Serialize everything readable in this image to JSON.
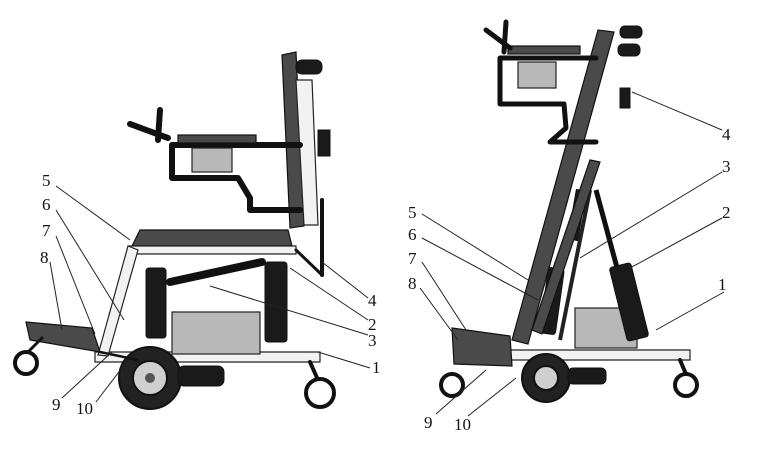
{
  "figure": {
    "left_view": {
      "labels": [
        {
          "id": "l1",
          "text": "1"
        },
        {
          "id": "l2",
          "text": "2"
        },
        {
          "id": "l3",
          "text": "3"
        },
        {
          "id": "l4",
          "text": "4"
        },
        {
          "id": "l5",
          "text": "5"
        },
        {
          "id": "l6",
          "text": "6"
        },
        {
          "id": "l7",
          "text": "7"
        },
        {
          "id": "l8",
          "text": "8"
        },
        {
          "id": "l9",
          "text": "9"
        },
        {
          "id": "l10",
          "text": "10"
        }
      ]
    },
    "right_view": {
      "labels": [
        {
          "id": "r1",
          "text": "1"
        },
        {
          "id": "r2",
          "text": "2"
        },
        {
          "id": "r3",
          "text": "3"
        },
        {
          "id": "r4",
          "text": "4"
        },
        {
          "id": "r5",
          "text": "5"
        },
        {
          "id": "r6",
          "text": "6"
        },
        {
          "id": "r7",
          "text": "7"
        },
        {
          "id": "r8",
          "text": "8"
        },
        {
          "id": "r9",
          "text": "9"
        },
        {
          "id": "r10",
          "text": "10"
        }
      ]
    }
  }
}
